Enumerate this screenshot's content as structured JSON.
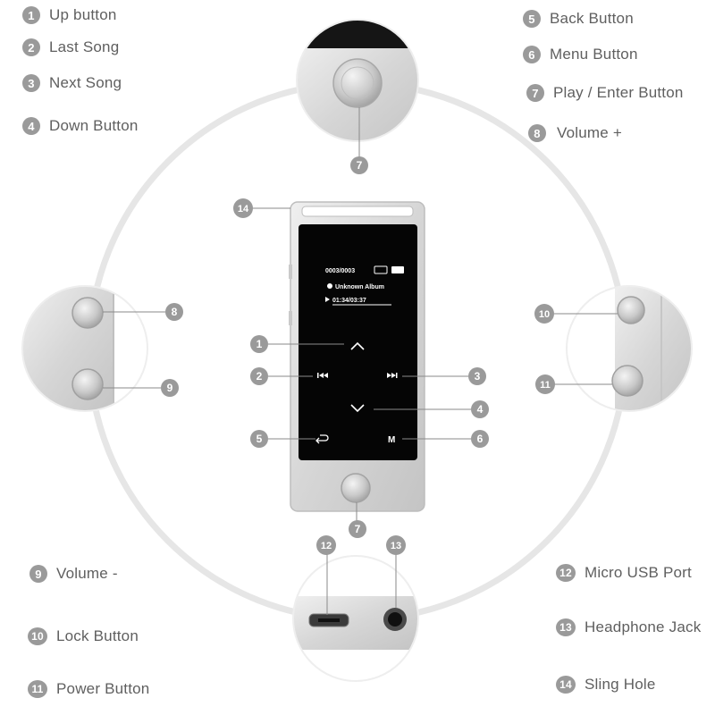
{
  "legend": [
    {
      "n": "1",
      "label": "Up button"
    },
    {
      "n": "2",
      "label": "Last Song"
    },
    {
      "n": "3",
      "label": "Next Song"
    },
    {
      "n": "4",
      "label": "Down Button"
    },
    {
      "n": "5",
      "label": "Back Button"
    },
    {
      "n": "6",
      "label": "Menu Button"
    },
    {
      "n": "7",
      "label": "Play / Enter Button"
    },
    {
      "n": "8",
      "label": "Volume +"
    },
    {
      "n": "9",
      "label": "Volume -"
    },
    {
      "n": "10",
      "label": "Lock Button"
    },
    {
      "n": "11",
      "label": "Power Button"
    },
    {
      "n": "12",
      "label": "Micro USB Port"
    },
    {
      "n": "13",
      "label": "Headphone Jack"
    },
    {
      "n": "14",
      "label": "Sling Hole"
    }
  ],
  "screen": {
    "track_counter": "0003/0003",
    "album": "Unknown Album",
    "time": "01:34/03:37",
    "menu_key": "M"
  },
  "colors": {
    "badge": "#9a9a9a",
    "label_text": "#5f5f5f",
    "silver_body": "#d9d9d9",
    "screen_black": "#050505",
    "ring": "#e6e6e6"
  }
}
